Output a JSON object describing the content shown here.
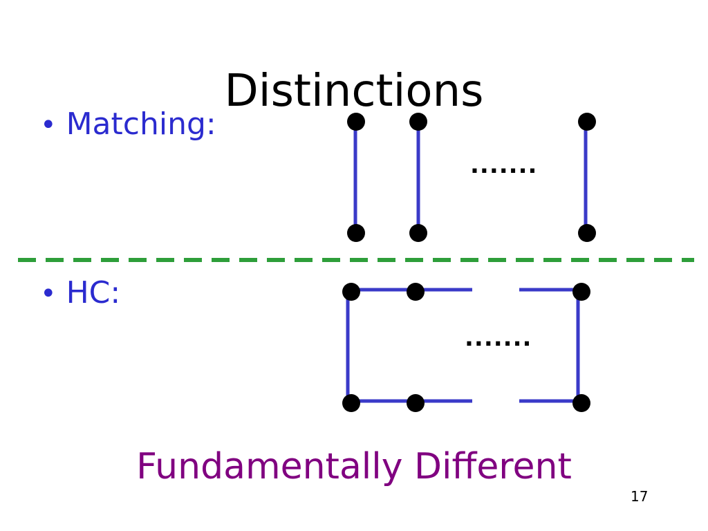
{
  "slide": {
    "title": "Distinctions",
    "bullets": {
      "matching": "Matching:",
      "hc": "HC:"
    },
    "conclusion": "Fundamentally Different",
    "page_number": "17",
    "ellipsis_matching": ".......",
    "ellipsis_hc": "......."
  },
  "colors": {
    "bullet_text": "#2b2bcf",
    "edge": "#3a3ac8",
    "vertex": "#000000",
    "separator": "#2e9e3a",
    "conclusion": "#800080"
  }
}
